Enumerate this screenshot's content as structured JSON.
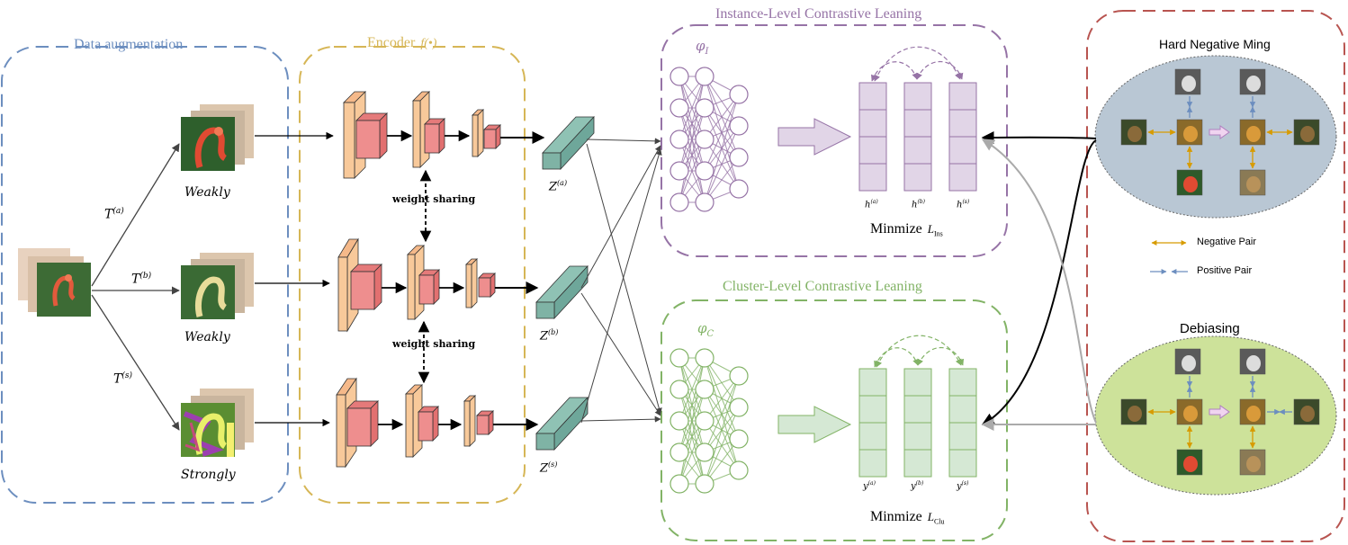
{
  "augmentation": {
    "title": "Data augmentation",
    "weak_label_1": "Weakly",
    "weak_label_2": "Weakly",
    "strong_label": "Strongly",
    "transform_a": "T",
    "transform_a_sup": "(a)",
    "transform_b": "T",
    "transform_b_sup": "(b)",
    "transform_s": "T",
    "transform_s_sup": "(s)"
  },
  "encoder": {
    "title": "Encoder",
    "function": "f(•)",
    "weight_sharing_1": "weight sharing",
    "weight_sharing_2": "weight sharing",
    "z_a": "Z",
    "z_a_sup": "(a)",
    "z_b": "Z",
    "z_b_sup": "(b)",
    "z_s": "Z",
    "z_s_sup": "(s)"
  },
  "instance": {
    "title": "Instance-Level Contrastive Leaning",
    "phi": "φ",
    "phi_sub": "I",
    "h_labels": [
      {
        "base": "h",
        "sup": "(a)"
      },
      {
        "base": "h",
        "sup": "(b)"
      },
      {
        "base": "h",
        "sup": "(s)"
      }
    ],
    "minimize": "Minmize",
    "loss": "L",
    "loss_sub": "Ins"
  },
  "cluster": {
    "title": "Cluster-Level Contrastive Leaning",
    "phi": "φ",
    "phi_sub": "C",
    "y_labels": [
      {
        "base": "y",
        "sup": "(a)"
      },
      {
        "base": "y",
        "sup": "(b)"
      },
      {
        "base": "y",
        "sup": "(s)"
      }
    ],
    "minimize": "Minmize",
    "loss": "L",
    "loss_sub": "Clu"
  },
  "mining": {
    "title": "Hard Negative Ming",
    "negative_pair": "Negative Pair",
    "positive_pair": "Positive Pair",
    "debiasing": "Debiasing"
  },
  "colors": {
    "aug": "#6c8ebf",
    "encoder": "#d6b656",
    "instance": "#9673a6",
    "cluster": "#82b366",
    "mining": "#b85450",
    "conv_outer": "#f8c99a",
    "conv_inner": "#ee8e8e",
    "proj": "#7fb3a5",
    "ins_fill": "#e1d5e7",
    "clu_fill": "#d5e8d4",
    "hard_ellipse": "#b9c7d4",
    "deb_ellipse": "#cde29a",
    "neg_arrow": "#d79b00",
    "pos_arrow": "#6c8ebf"
  }
}
